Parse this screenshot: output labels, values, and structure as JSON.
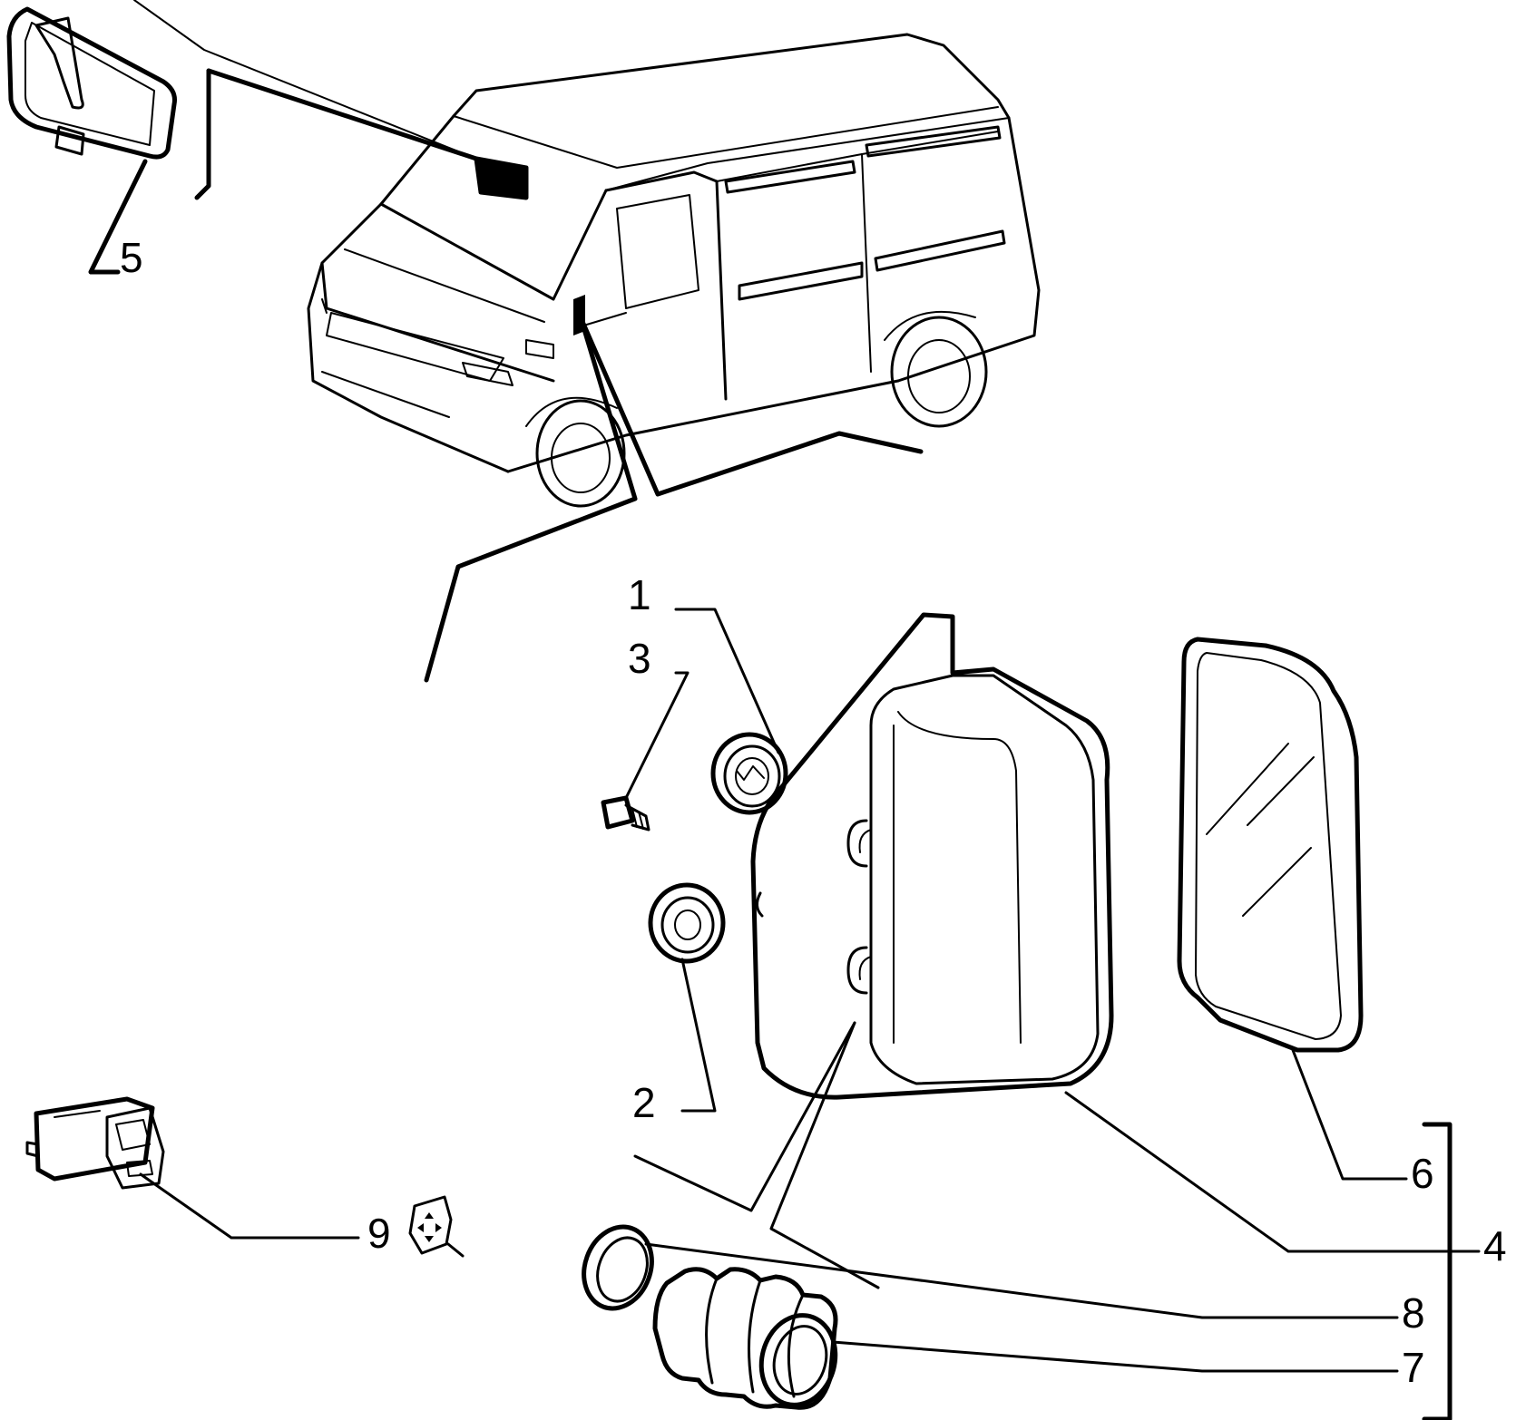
{
  "callouts": {
    "c1": "1",
    "c2": "2",
    "c3": "3",
    "c4": "4",
    "c5": "5",
    "c6": "6",
    "c7": "7",
    "c8": "8",
    "c9": "9"
  },
  "icons": {
    "adjust_symbol": "four-way-arrows-icon"
  }
}
